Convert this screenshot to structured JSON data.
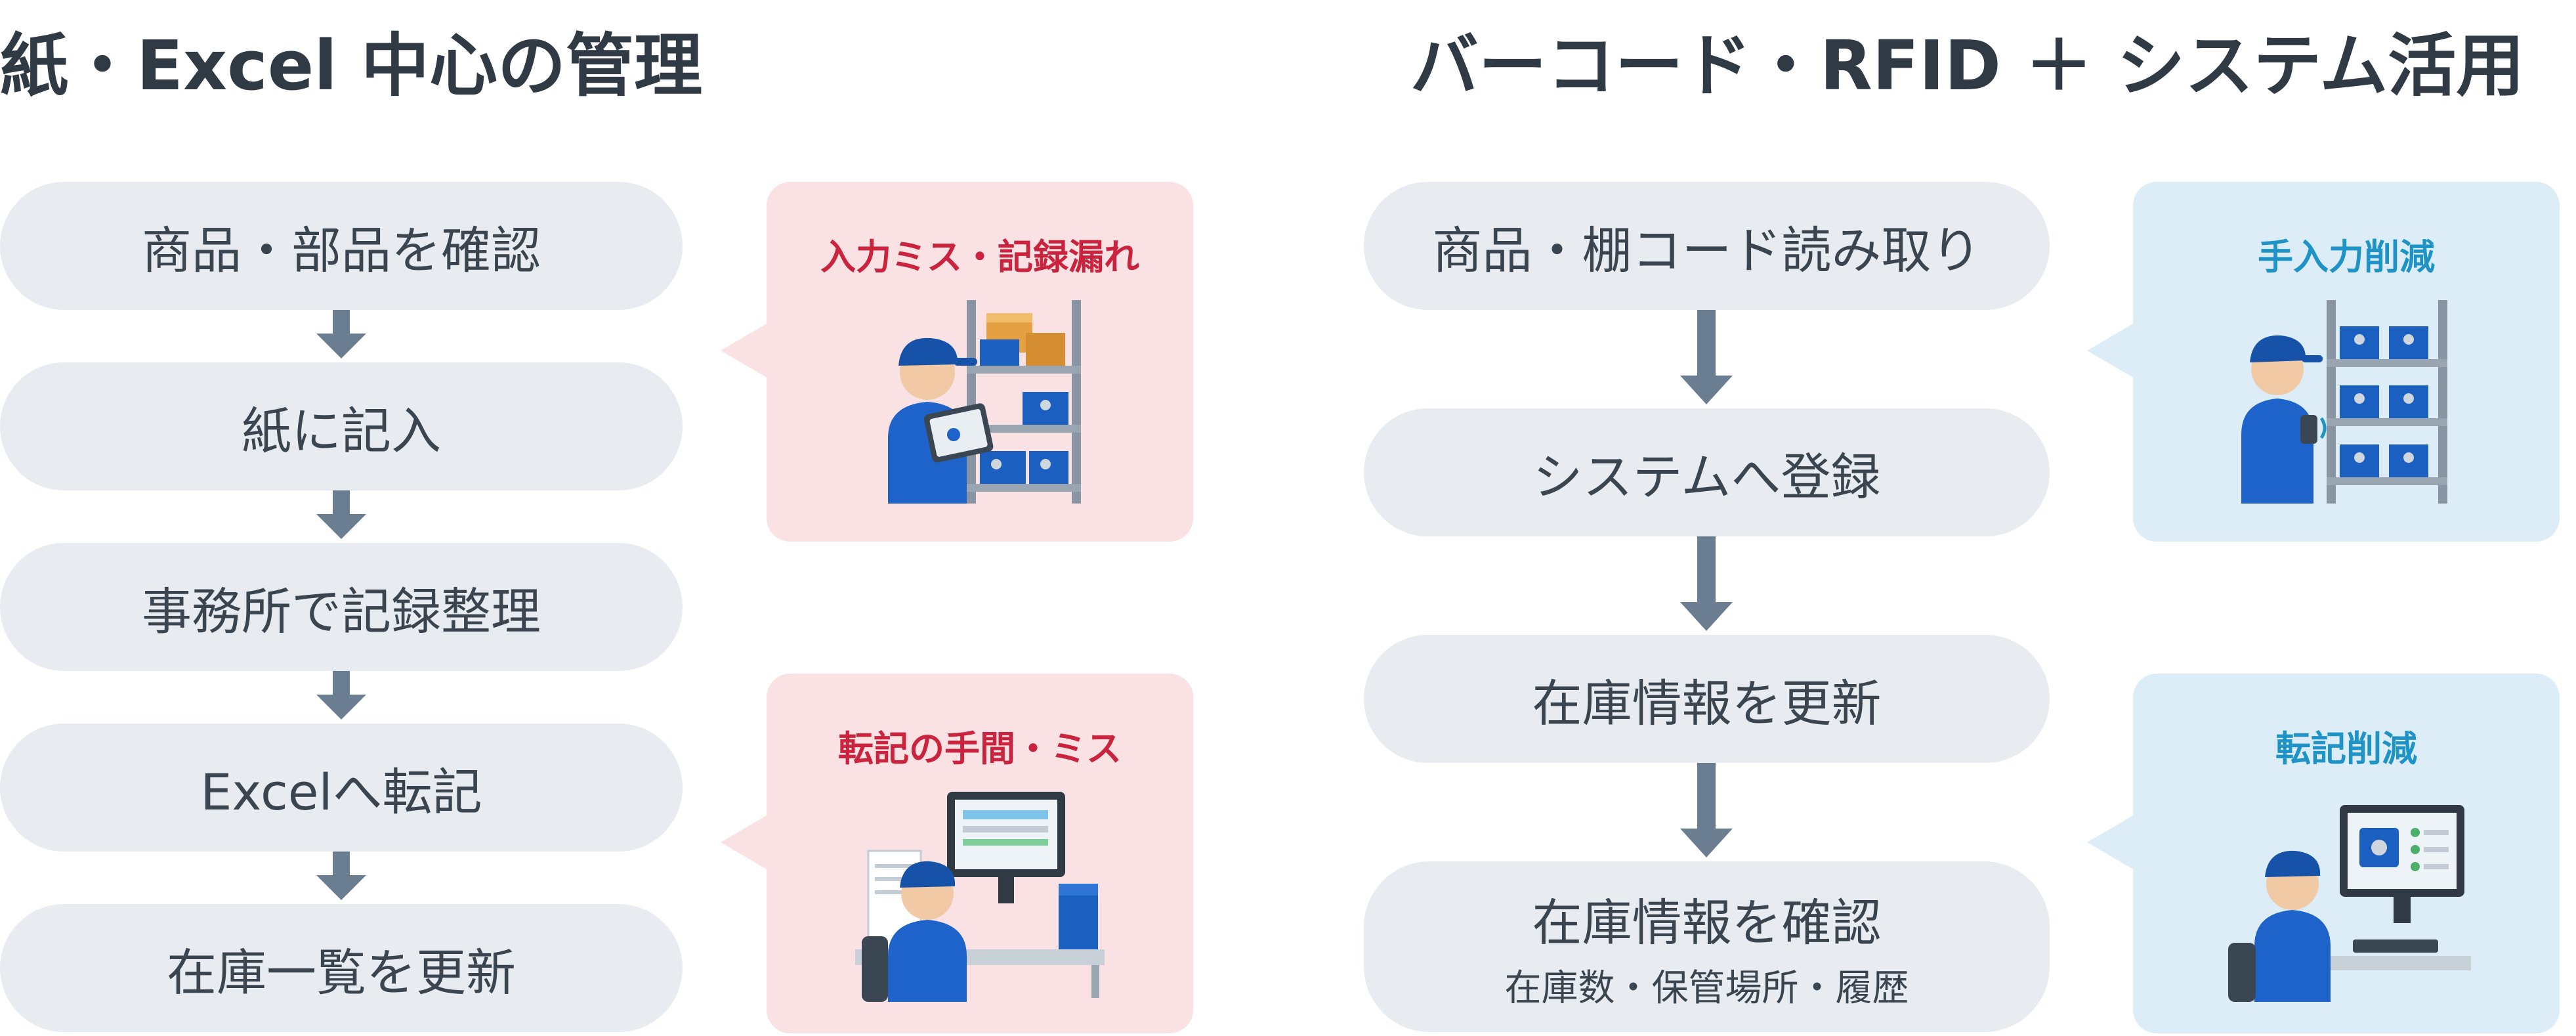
{
  "left": {
    "title": "紙・Excel 中心の管理",
    "steps": [
      "商品・部品を確認",
      "紙に記入",
      "事務所で記録整理",
      "Excelへ転記",
      "在庫一覧を更新"
    ],
    "callouts": [
      {
        "label": "入力ミス・記録漏れ",
        "illustration": "worker-with-tablet-at-shelf-illustration"
      },
      {
        "label": "転記の手間・ミス",
        "illustration": "worker-at-desktop-with-papers-illustration"
      }
    ]
  },
  "right": {
    "title": "バーコード・RFID ＋ システム活用",
    "steps": [
      {
        "label": "商品・棚コード読み取り"
      },
      {
        "label": "システムへ登録"
      },
      {
        "label": "在庫情報を更新"
      },
      {
        "label": "在庫情報を確認",
        "sub": "在庫数・保管場所・履歴"
      }
    ],
    "callouts": [
      {
        "label": "手入力削減",
        "illustration": "worker-scanning-shelf-illustration"
      },
      {
        "label": "転記削減",
        "illustration": "worker-at-computer-illustration"
      }
    ]
  },
  "colors": {
    "pill_bg": "#e8ecf0",
    "arrow": "#6b7d90",
    "problem_bg": "#fae1e3",
    "problem_text": "#c9233d",
    "benefit_bg": "#dcedf8",
    "benefit_text": "#1f93c6"
  }
}
